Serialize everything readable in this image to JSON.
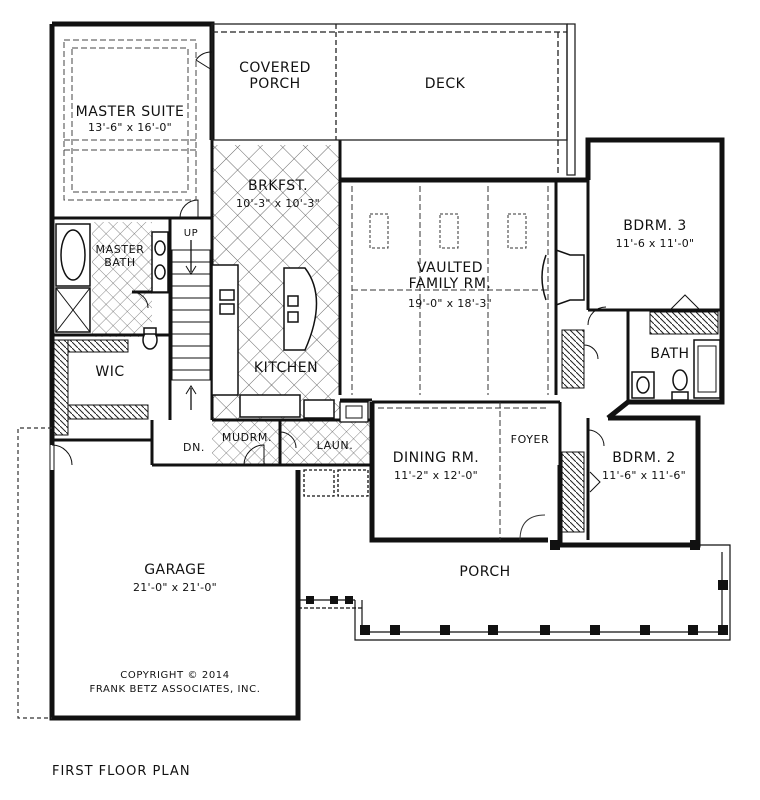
{
  "rooms": {
    "master_suite": {
      "name": "MASTER SUITE",
      "dims": "13'-6\" x 16'-0\""
    },
    "covered_porch": {
      "line1": "COVERED",
      "line2": "PORCH"
    },
    "deck": {
      "name": "DECK"
    },
    "brkfst": {
      "name": "BRKFST.",
      "dims": "10'-3\" x 10'-3\""
    },
    "master_bath": {
      "line1": "MASTER",
      "line2": "BATH"
    },
    "up": "UP",
    "vaulted_family": {
      "line1": "VAULTED",
      "line2": "FAMILY RM.",
      "dims": "19'-0\" x 18'-3\""
    },
    "bdrm3": {
      "name": "BDRM. 3",
      "dims": "11'-6 x 11'-0\""
    },
    "bath": {
      "name": "BATH"
    },
    "wic": {
      "name": "WIC"
    },
    "kitchen": {
      "name": "KITCHEN"
    },
    "dn": "DN.",
    "mudrm": {
      "name": "MUDRM."
    },
    "laun": {
      "name": "LAUN."
    },
    "dining": {
      "name": "DINING RM.",
      "dims": "11'-2\" x 12'-0\""
    },
    "foyer": {
      "name": "FOYER"
    },
    "bdrm2": {
      "name": "BDRM. 2",
      "dims": "11'-6\" x 11'-6\""
    },
    "garage": {
      "name": "GARAGE",
      "dims": "21'-0\" x 21'-0\""
    },
    "porch": {
      "name": "PORCH"
    }
  },
  "copyright": {
    "line1": "COPYRIGHT © 2014",
    "line2": "FRANK BETZ ASSOCIATES, INC."
  },
  "caption": "FIRST FLOOR PLAN"
}
